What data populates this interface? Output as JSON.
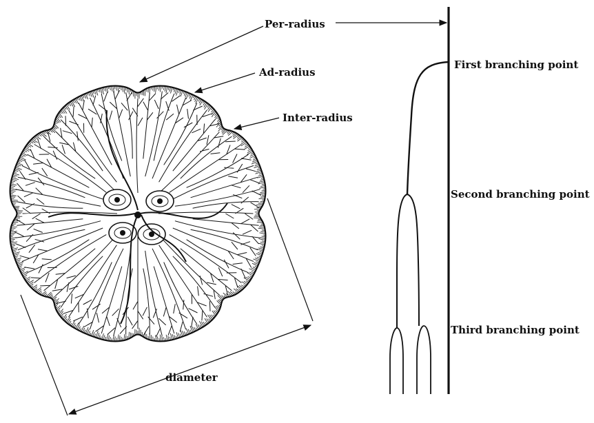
{
  "figure": {
    "labels": {
      "per_radius": "Per-radius",
      "ad_radius": "Ad-radius",
      "inter_radius": "Inter-radius",
      "diameter": "diameter",
      "first_branching_point": "First branching point",
      "second_branching_point": "Second branching point",
      "third_branching_point": "Third branching point"
    },
    "colors": {
      "ink": "#111111",
      "background": "#ffffff"
    }
  }
}
